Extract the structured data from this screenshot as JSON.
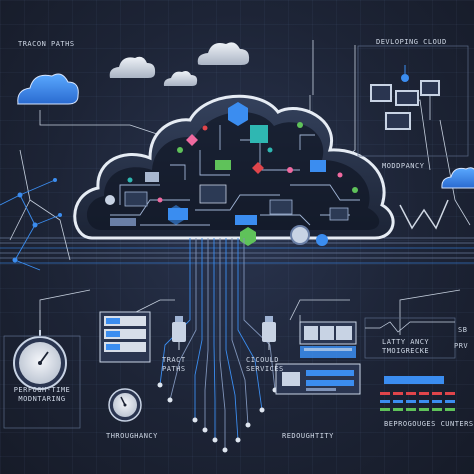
{
  "labels": {
    "top_left": "TRACON PATHS",
    "top_right": "DEVLOPING CLOUD",
    "redundancy": "MODDPANCY",
    "performance_line1": "PERFOGH-TIME",
    "performance_line2": "MODNTARING",
    "throughput": "THROUGHANCY",
    "tract_line1": "TRACT",
    "tract_line2": "PATHS",
    "cloud_services_line1": "CICOULD",
    "cloud_services_line2": "SERVICES",
    "redundancy_bottom": "REDOUGHTITY",
    "latency_line1": "LATTY ANCY",
    "latency_line2": "TMOIGRECKE",
    "side_top": "SB",
    "side_bottom": "PRV",
    "bottom_right": "BEPROGOUGES CUNTERS"
  },
  "colors": {
    "background": "#1d2436",
    "accent_blue": "#3b8df0",
    "line": "#a8b6cc",
    "green": "#5fc25a",
    "red": "#e0454b",
    "pink": "#f06aa0",
    "teal": "#2fb7b2"
  }
}
